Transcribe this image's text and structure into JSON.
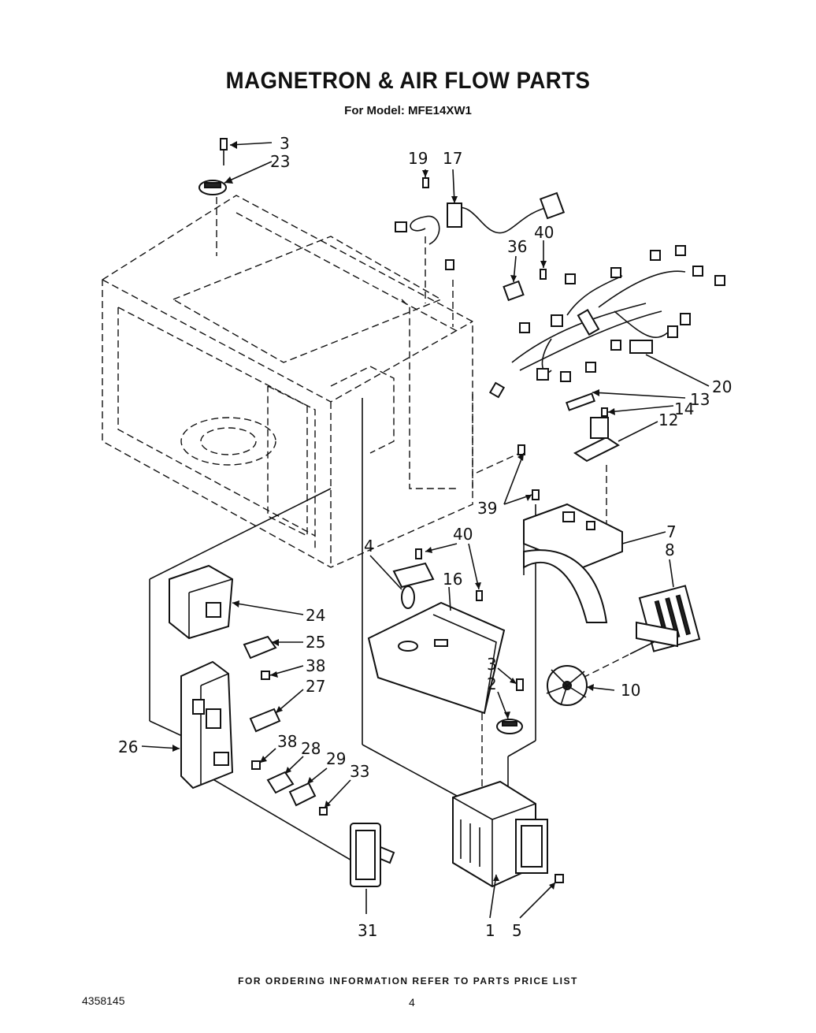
{
  "title": "MAGNETRON & AIR FLOW PARTS",
  "subtitle": "For Model: MFE14XW1",
  "footer": "FOR ORDERING INFORMATION REFER TO PARTS PRICE LIST",
  "doc_number": "4358145",
  "page_number": "4",
  "callouts": {
    "c3a": "3",
    "c23": "23",
    "c19": "19",
    "c17": "17",
    "c40a": "40",
    "c36": "36",
    "c20": "20",
    "c13": "13",
    "c14": "14",
    "c12": "12",
    "c39": "39",
    "c7": "7",
    "c8": "8",
    "c4": "4",
    "c40b": "40",
    "c16": "16",
    "c24": "24",
    "c25": "25",
    "c38a": "38",
    "c27": "27",
    "c3b": "3",
    "c2": "2",
    "c10": "10",
    "c26": "26",
    "c38b": "38",
    "c28": "28",
    "c29": "29",
    "c33": "33",
    "c31": "31",
    "c1": "1",
    "c5": "5"
  }
}
